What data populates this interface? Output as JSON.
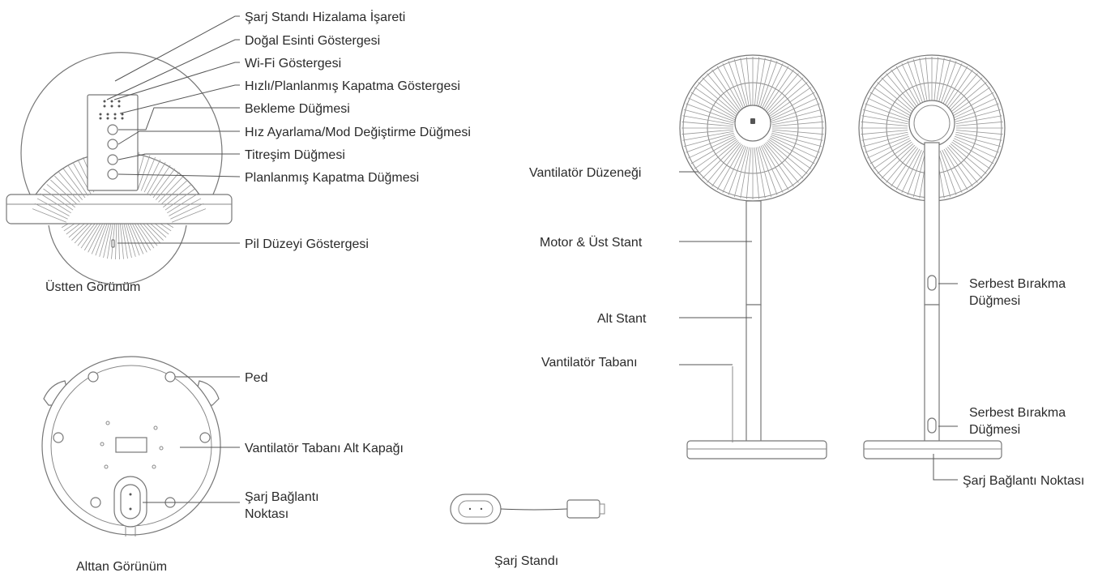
{
  "top_view": {
    "caption": "Üstten Görünüm",
    "labels": {
      "alignment_mark": "Şarj Standı Hizalama İşareti",
      "natural_breeze": "Doğal Esinti Göstergesi",
      "wifi": "Wi-Fi Göstergesi",
      "timer_indicator": "Hızlı/Planlanmış Kapatma Göstergesi",
      "standby": "Bekleme Düğmesi",
      "speed_mode": "Hız Ayarlama/Mod Değiştirme Düğmesi",
      "oscillation": "Titreşim Düğmesi",
      "timer_button": "Planlanmış Kapatma Düğmesi",
      "battery": "Pil Düzeyi Göstergesi"
    }
  },
  "bottom_view": {
    "caption": "Alttan Görünüm",
    "labels": {
      "pad": "Ped",
      "base_cover": "Vantilatör Tabanı Alt Kapağı",
      "charging_port_line1": "Şarj Bağlantı",
      "charging_port_line2": "Noktası"
    }
  },
  "charging_stand": {
    "caption": "Şarj Standı"
  },
  "side_view": {
    "labels": {
      "fan_assembly": "Vantilatör Düzeneği",
      "motor_upper_stand": "Motor & Üst Stant",
      "lower_stand": "Alt Stant",
      "fan_base": "Vantilatör Tabanı",
      "release_button_line1": "Serbest Bırakma",
      "release_button_line2": "Düğmesi",
      "charging_port": "Şarj Bağlantı Noktası"
    }
  }
}
